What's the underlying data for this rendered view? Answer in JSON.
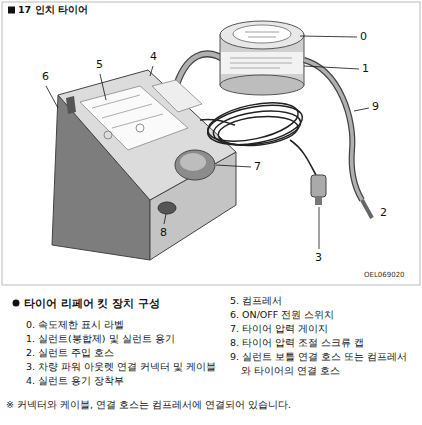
{
  "diagram": {
    "title": "타이어 리페어 킷 장치 구성",
    "labels": [
      "17 인치 타이어",
      "0",
      "1",
      "9",
      "4",
      "5",
      "6",
      "7",
      "2",
      "8",
      "3",
      "OEL069020",
      "0. 속도제한 표시 라벨",
      "1. 실런트(봉합제) 및 실런트 용기",
      "2. 실런트 주입 호스",
      "3. 차량 파워 아웃렛 연결 커넥터 및 케이블",
      "4. 실런트 용기 장착부",
      "5. 컴프레서",
      "6. ON/OFF 전원 스위치",
      "7. 타이어 압력 게이지",
      "8. 타이어 압력 조절 스크류 캡",
      "9. 실런트 보틀 연결 호스 또는 컴프레서와 타이어의 연결 호스",
      "※ 커넥터와 케이블, 연결 호스는 컴프레서에 연결되어 있습니다."
    ]
  }
}
